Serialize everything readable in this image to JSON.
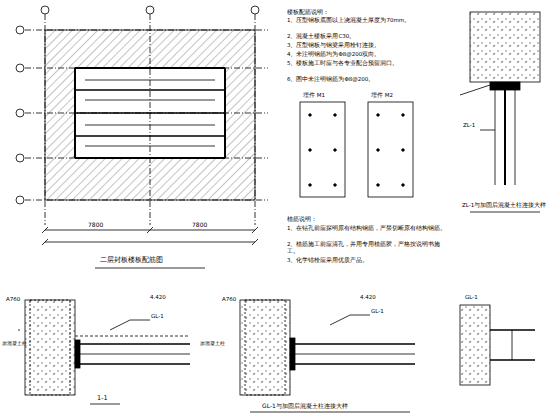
{
  "diagram": {
    "labels": [
      "二层封板楼板配筋图",
      "楼板配筋说明：",
      "1、压型钢板底面以上浇混凝土厚度为70mm。",
      "2、混凝土楼板采用C30。",
      "3、压型钢板与钢梁采用栓钉连接。",
      "4、未注明钢筋均为Φ8@200双向。",
      "5、楼板施工时应与各专业配合预留洞口。",
      "6、图中未注明钢筋为Φ8@200。",
      "埋件 M1",
      "埋件 M2",
      "ZL-1与加固后混凝土柱连接大样",
      "植筋说明：",
      "1、在钻孔前应探明原有结构钢筋，严禁切断原有结构钢筋。",
      "2、植筋施工前应清孔，并用专用植筋胶，严格按说明书施工。",
      "3、化学锚栓应采用优质产品。",
      "1-1",
      "GL-1与加固后混凝土柱连接大样",
      "7800",
      "7800",
      "A760",
      "4.420",
      "A760",
      "4.420",
      "GL-1",
      "GL-1",
      "ZL-1",
      "GL-1",
      "原混凝土柱",
      "原混凝土柱"
    ]
  }
}
